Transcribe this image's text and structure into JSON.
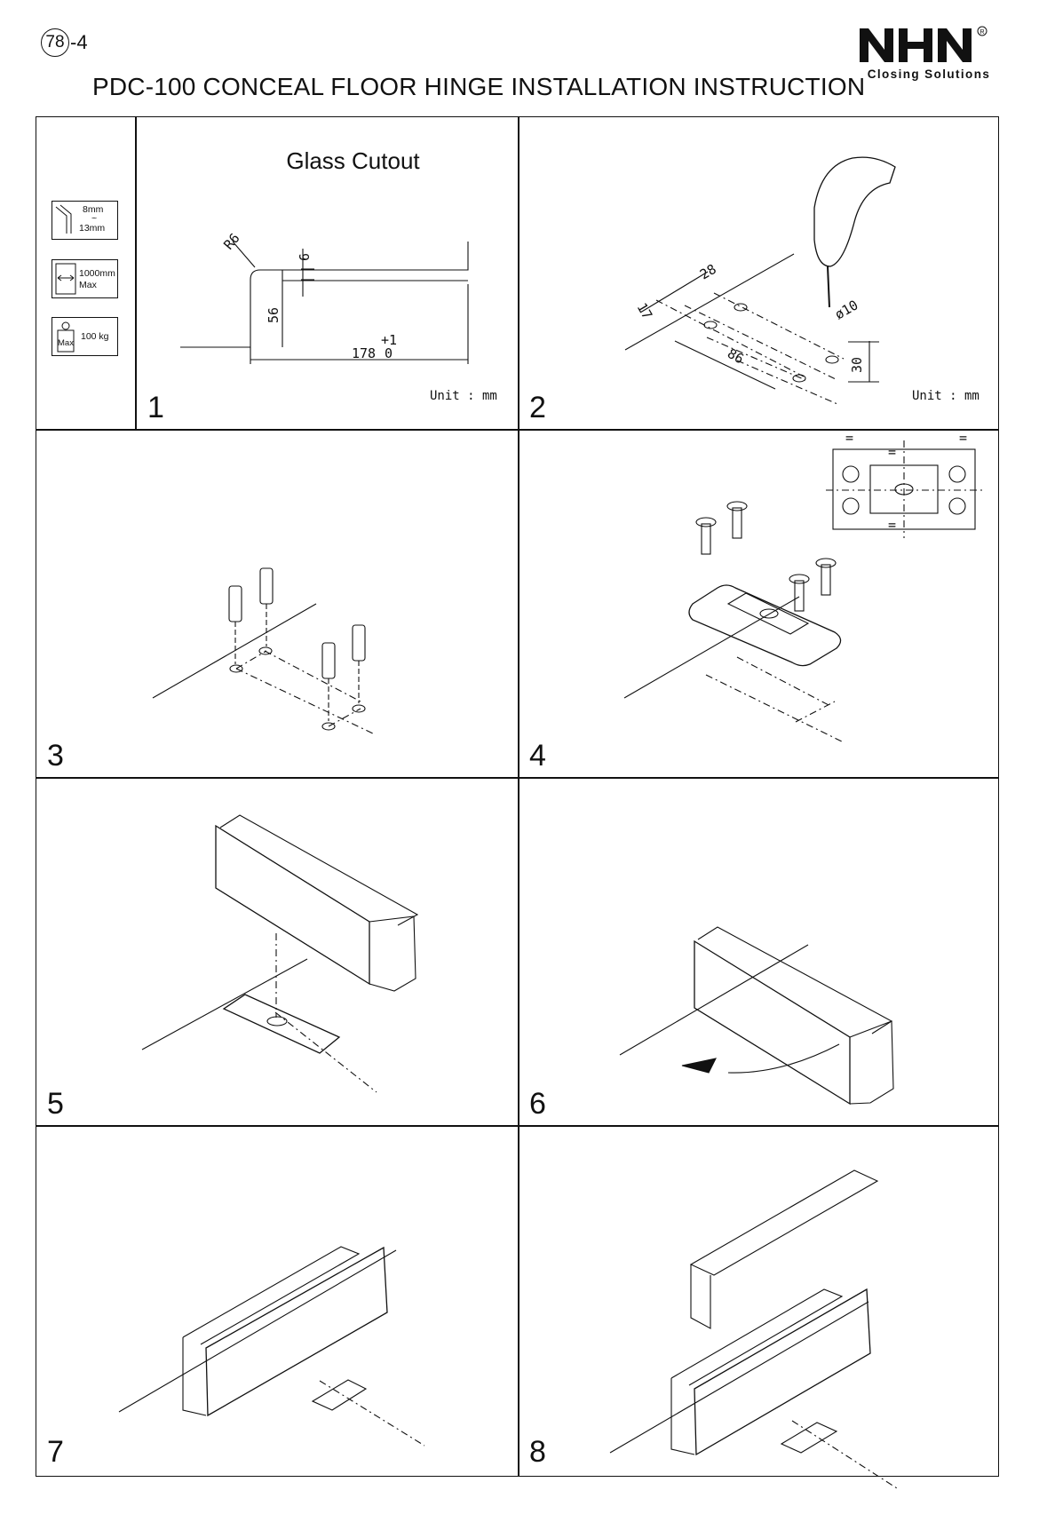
{
  "header": {
    "page_circle": "78",
    "page_suffix": "-4",
    "title": "PDC-100 CONCEAL FLOOR HINGE INSTALLATION INSTRUCTION",
    "logo_mark": "NHN",
    "logo_reg": "®",
    "logo_tagline": "Closing Solutions"
  },
  "specs": {
    "thickness_top": "8mm",
    "thickness_tilde": "~",
    "thickness_bottom": "13mm",
    "width_value": "1000mm",
    "width_max": "Max",
    "weight_label": "Max",
    "weight_value": "100 kg"
  },
  "cutout": {
    "title": "Glass Cutout",
    "radius": "R6",
    "dim_6": "6",
    "dim_56": "56",
    "dim_178": "178",
    "tol_plus": "+1",
    "tol_zero": "0"
  },
  "drill": {
    "dim_17": "17",
    "dim_28": "28",
    "dim_86": "86",
    "dim_d10": "ø10",
    "dim_30": "30"
  },
  "steps": [
    "1",
    "2",
    "3",
    "4",
    "5",
    "6",
    "7",
    "8"
  ],
  "units": [
    "Unit : mm",
    "Unit : mm"
  ],
  "detail_marks": [
    "=",
    "=",
    "=",
    "="
  ]
}
